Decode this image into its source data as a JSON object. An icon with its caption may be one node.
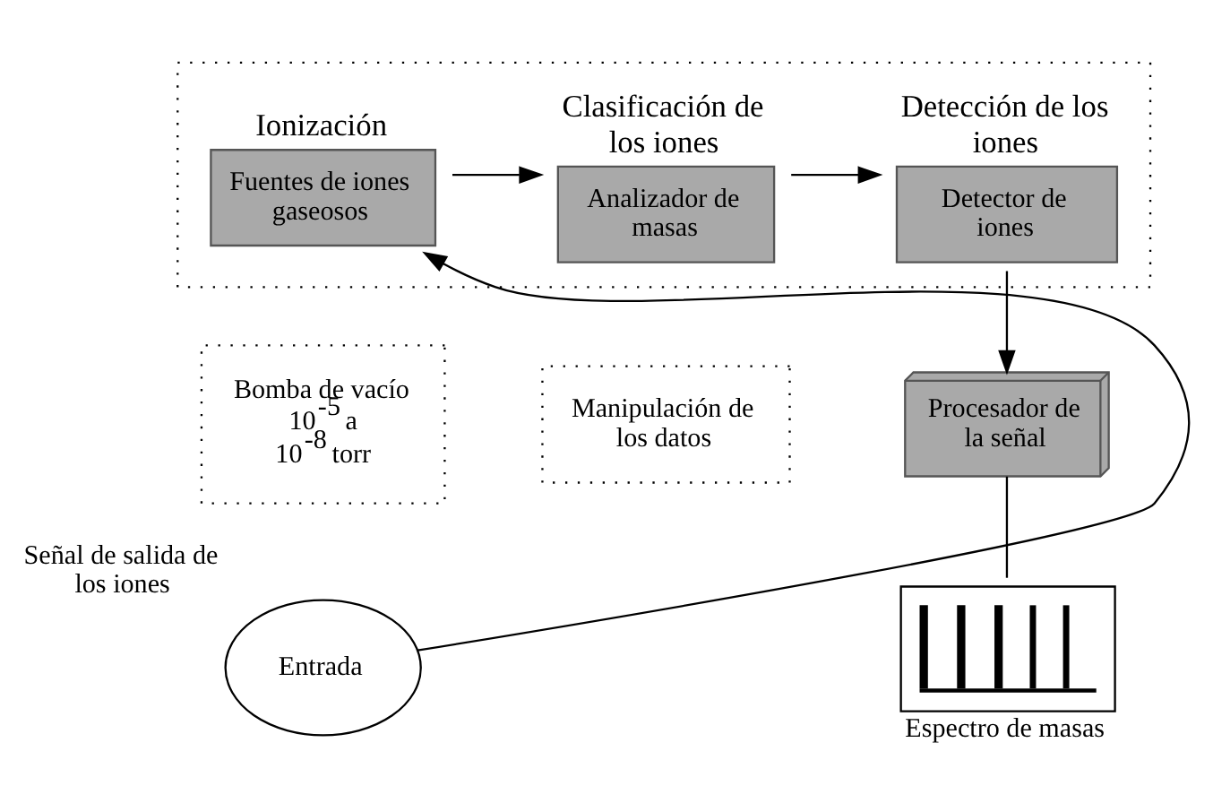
{
  "diagram": {
    "nodes": [
      {
        "text": [],
        "shape": "box"
      },
      {
        "text": [
          "Ionización",
          "Fuentes de iones gaseosos"
        ],
        "in": 0
      },
      {
        "text": [
          "Clasificación de los iones",
          "Analizador de masas"
        ],
        "in": 0
      },
      {
        "text": [
          "Detección de los iones",
          "Detector de iones"
        ],
        "in": 0
      },
      {
        "text": [
          "Bomba de vacío 10$^{-5}$ a 10$^{-8}$ torr"
        ]
      },
      {
        "text": [
          "Manipulación de los datos"
        ]
      },
      {
        "text": [
          "Procesador de la señal"
        ]
      },
      {
        "text": [
          "Entrada"
        ],
        "beside": [
          "Señal de salida de los iones"
        ]
      },
      {
        "text": [
          "Espectro de masas"
        ]
      }
    ],
    "edges": [
      {
        "from": 7,
        "to": 1,
        "arrow": "to"
      },
      {
        "from": 1,
        "to": 2,
        "arrow": "to"
      },
      {
        "from": 2,
        "to": 3,
        "arrow": "to"
      },
      {
        "from": 3,
        "to": 6,
        "arrow": "to"
      },
      {
        "from": 6,
        "to": 8,
        "arrow": "none"
      }
    ]
  }
}
